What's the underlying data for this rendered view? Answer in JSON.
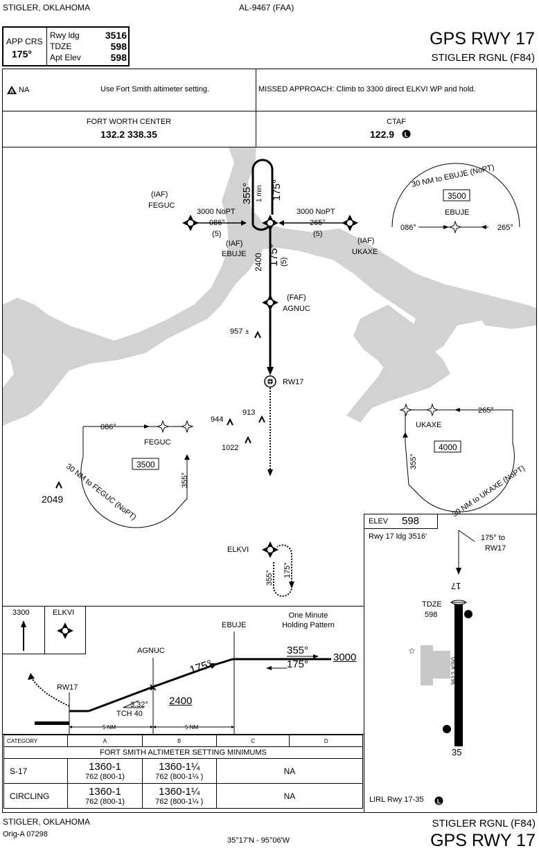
{
  "header": {
    "location": "STIGLER, OKLAHOMA",
    "chart_id": "AL-9467 (FAA)",
    "app_crs_label": "APP CRS",
    "app_crs_value": "175°",
    "rwy_ldg_label": "Rwy ldg",
    "rwy_ldg_value": "3516",
    "tdze_label": "TDZE",
    "tdze_value": "598",
    "apt_elev_label": "Apt Elev",
    "apt_elev_value": "598",
    "title": "GPS RWY 17",
    "airport": "STIGLER RGNL (F84)"
  },
  "notes": {
    "alternate_na": "NA",
    "altimeter_note": "Use Fort Smith altimeter setting.",
    "missed_approach": "MISSED APPROACH: Climb to 3300 direct ELKVI WP and hold."
  },
  "comms": {
    "center_name": "FORT WORTH CENTER",
    "center_freqs": "132.2 338.35",
    "ctaf_name": "CTAF",
    "ctaf_freq": "122.9"
  },
  "plan": {
    "hold_inbound": "355°",
    "hold_outbound": "175°",
    "hold_time": "1 min",
    "feguc_iaf": "(IAF)",
    "feguc": "FEGUC",
    "feguc_alt": "3000 NoPT",
    "feguc_crs": "086°",
    "feguc_dist": "(5)",
    "ukaxe_alt": "3000 NoPT",
    "ukaxe_crs": "265°",
    "ukaxe_dist": "(5)",
    "ebuje_iaf": "(IAF)",
    "ebuje": "EBUJE",
    "ukaxe_iaf": "(IAF)",
    "ukaxe": "UKAXE",
    "seg_alt": "2400",
    "seg_crs": "175°",
    "seg_dist": "(5)",
    "faf_label": "(FAF)",
    "agnuc": "AGNUC",
    "obst_957": "957",
    "obst_pm": "±",
    "rw17": "RW17",
    "obst_944": "944",
    "obst_913": "913",
    "obst_1022": "1022",
    "obst_2049": "2049",
    "elkvi": "ELKVI",
    "elkvi_in": "355°",
    "elkvi_out": "175°",
    "taa_ebuje_arc": "30 NM to EBUJE (NoPT)",
    "taa_ebuje_alt": "3500",
    "taa_ebuje_fix": "EBUJE",
    "taa_ebuje_l": "086°",
    "taa_ebuje_r": "265°",
    "taa_feguc_arc": "30 NM to FEGUC (NoPT)",
    "taa_feguc_alt": "3500",
    "taa_feguc_fix": "FEGUC",
    "taa_feguc_crs": "086°",
    "taa_feguc_355": "355°",
    "taa_ukaxe_arc": "30 NM to UKAXE (NoPT)",
    "taa_ukaxe_alt": "4000",
    "taa_ukaxe_fix": "UKAXE",
    "taa_ukaxe_crs": "265°",
    "taa_ukaxe_355": "355°"
  },
  "airport": {
    "elev_label": "ELEV",
    "elev_value": "598",
    "rwy_ldg": "Rwy 17 ldg 3516'",
    "crs_to": "175° to",
    "crs_rw": "RW17",
    "rwy_top": "17",
    "rwy_bottom": "35",
    "tdze_label": "TDZE",
    "tdze_value": "598",
    "dims": "3612 X 60",
    "lighting": "LIRL Rwy 17-35"
  },
  "profile": {
    "ma_alt": "3300",
    "ma_fix": "ELKVI",
    "hold_note_1": "One Minute",
    "hold_note_2": "Holding Pattern",
    "ebuje": "EBUJE",
    "agnuc": "AGNUC",
    "rw17": "RW17",
    "crs_355": "355°",
    "crs_175": "175°",
    "crs_175b": "175°",
    "alt_3000": "3000",
    "alt_2400": "2400",
    "gs": "3.32°",
    "tch": "TCH 40",
    "dist1": "5 NM",
    "dist2": "5 NM"
  },
  "minimums": {
    "category_label": "CATEGORY",
    "cats": [
      "A",
      "B",
      "C",
      "D"
    ],
    "heading": "FORT SMITH ALTIMETER SETTING MINIMUMS",
    "rows": [
      {
        "name": "S-17",
        "a1": "1360-1",
        "a2": "762 (800-1)",
        "b1": "1360-1¼",
        "b2": "762 (800-1¼ )",
        "cd": "NA"
      },
      {
        "name": "CIRCLING",
        "a1": "1360-1",
        "a2": "762 (800-1)",
        "b1": "1360-1¼",
        "b2": "762 (800-1¼ )",
        "cd": "NA"
      }
    ]
  },
  "footer": {
    "location": "STIGLER, OKLAHOMA",
    "orig": "Orig-A 07298",
    "coords": "35°17'N - 95°06'W",
    "airport": "STIGLER RGNL (F84)",
    "title": "GPS RWY 17"
  }
}
